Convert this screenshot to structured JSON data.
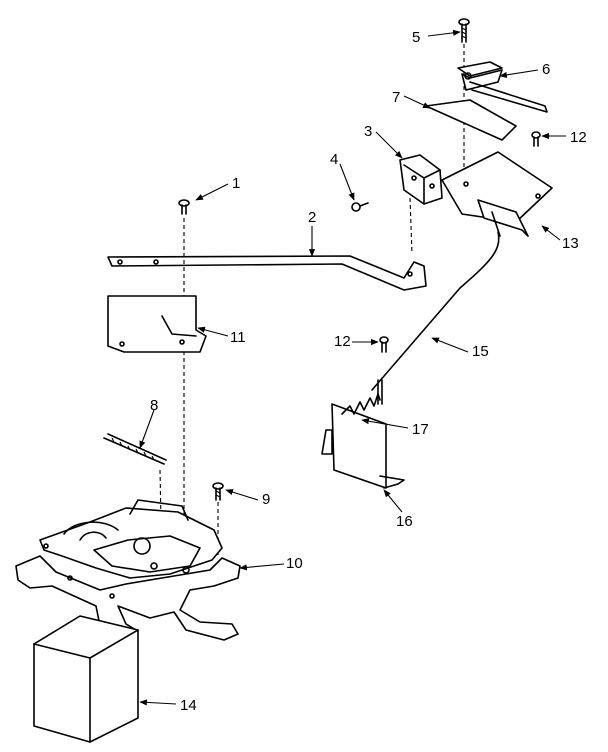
{
  "callouts": {
    "c1": "1",
    "c2": "2",
    "c3": "3",
    "c4": "4",
    "c5": "5",
    "c6": "6",
    "c7": "7",
    "c8": "8",
    "c9": "9",
    "c10": "10",
    "c11": "11",
    "c12a": "12",
    "c12b": "12",
    "c13": "13",
    "c14": "14",
    "c15": "15",
    "c16": "16",
    "c17": "17"
  },
  "colors": {
    "line": "#000000",
    "background": "#ffffff"
  }
}
